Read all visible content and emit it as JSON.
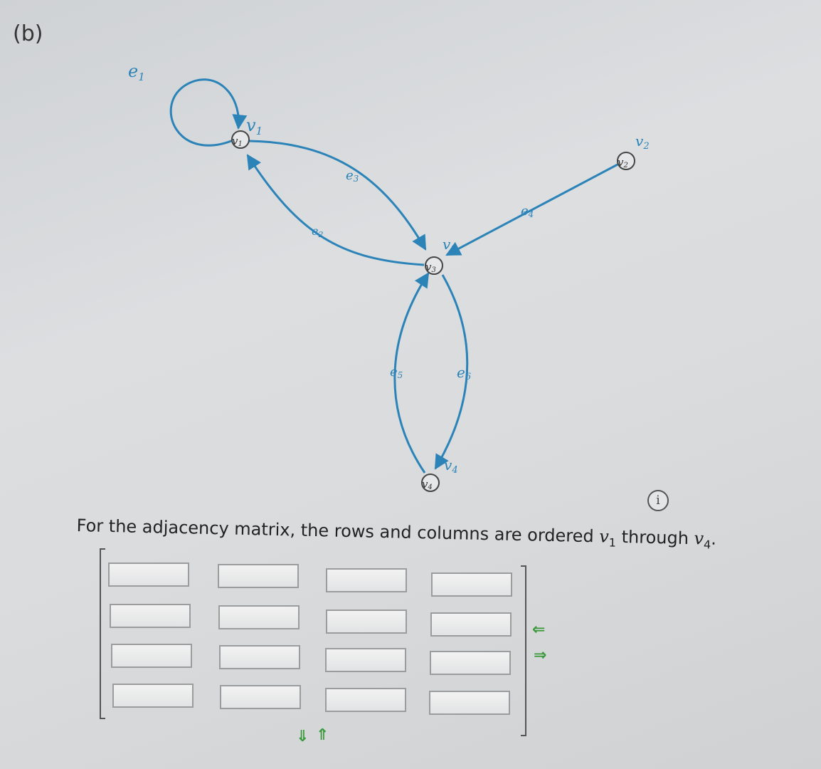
{
  "part_label": "(b)",
  "graph": {
    "vertex_labels": {
      "v1": "v",
      "v2": "v",
      "v3": "v",
      "v4": "v"
    },
    "vertex_subs": {
      "v1": "1",
      "v2": "2",
      "v3": "3",
      "v4": "4"
    },
    "edge_labels": {
      "e1": "e",
      "e2": "e",
      "e3": "e",
      "e4": "e",
      "e5": "e",
      "e6": "e"
    },
    "edge_subs": {
      "e1": "1",
      "e2": "2",
      "e3": "3",
      "e4": "4",
      "e5": "5",
      "e6": "6"
    },
    "edge_color": "#2b83b8"
  },
  "info_icon": "i",
  "instruction": {
    "text_before": "For the adjacency matrix, the rows and columns are ordered ",
    "v": "v",
    "from_sub": "1",
    "middle": " through ",
    "to_sub": "4",
    "end": "."
  },
  "matrix": {
    "rows": [
      [
        "",
        "",
        "",
        ""
      ],
      [
        "",
        "",
        "",
        ""
      ],
      [
        "",
        "",
        "",
        ""
      ],
      [
        "",
        "",
        "",
        ""
      ]
    ]
  },
  "controls": {
    "remove_column": "⇐",
    "add_column": "⇒",
    "add_row": "⇓",
    "remove_row": "⇑",
    "accent_color": "#3a9a3a"
  }
}
